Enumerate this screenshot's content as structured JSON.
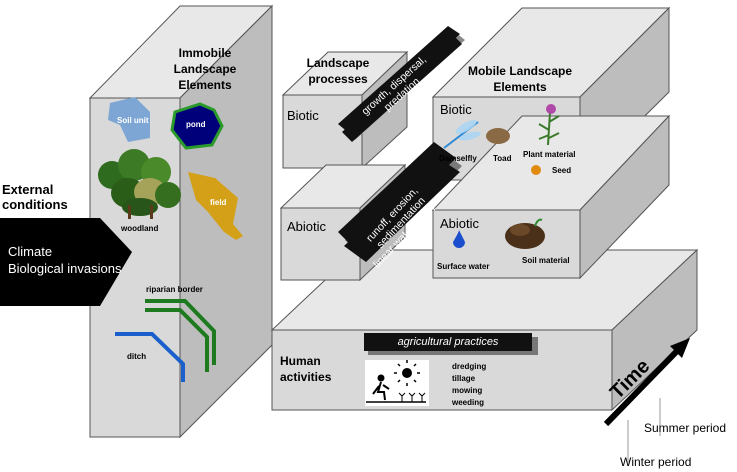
{
  "external": {
    "heading_line1": "External",
    "heading_line2": "conditions",
    "climate": "Climate",
    "invasions": "Biological invasions"
  },
  "immobile": {
    "title_line1": "Immobile",
    "title_line2": "Landscape",
    "title_line3": "Elements",
    "soil_unit": "Soil unit",
    "pond": "pond",
    "woodland": "woodland",
    "field": "field",
    "riparian": "riparian border",
    "ditch": "ditch"
  },
  "processes": {
    "title_line1": "Landscape",
    "title_line2": "processes",
    "biotic": "Biotic",
    "abiotic": "Abiotic",
    "biotic_band_line1": "growth, dispersal,",
    "biotic_band_line2": "predation",
    "abiotic_band_line1": "runoff, erosion,",
    "abiotic_band_line2": "sedimentation",
    "abiotic_band_line3": "linear water transport"
  },
  "mobile": {
    "title_line1": "Mobile Landscape",
    "title_line2": "Elements",
    "biotic": "Biotic",
    "abiotic": "Abiotic",
    "damselfly": "Damselfly",
    "toad": "Toad",
    "plant_material": "Plant material",
    "seed": "Seed",
    "surface_water": "Surface water",
    "soil_material": "Soil material"
  },
  "human": {
    "line1": "Human",
    "line2": "activities",
    "practices": "agricultural practices",
    "dredging": "dredging",
    "tillage": "tillage",
    "mowing": "mowing",
    "weeding": "weeding"
  },
  "time": {
    "label": "Time",
    "summer": "Summer period",
    "winter": "Winter period"
  },
  "colors": {
    "box_front": "#d9d9d9",
    "box_side": "#bdbdbd",
    "box_top": "#e8e8e8",
    "band": "#111111",
    "pond": "#00007a",
    "soil_unit": "#7ea6d4",
    "field": "#d4a017",
    "riparian": "#1e7a1e",
    "ditch": "#1a5fcc"
  }
}
